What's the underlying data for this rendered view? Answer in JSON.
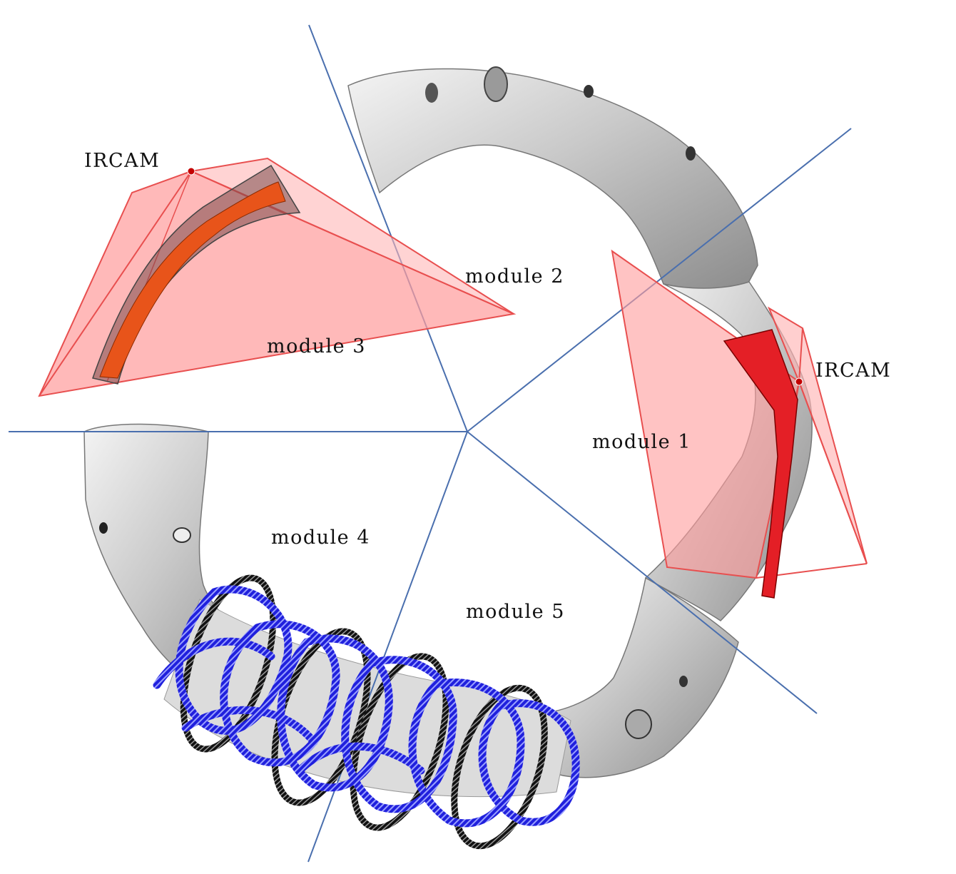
{
  "labels": {
    "module1": "module 1",
    "module2": "module 2",
    "module3": "module 3",
    "module4": "module 4",
    "module5": "module 5",
    "ircam_left": "IRCAM",
    "ircam_right": "IRCAM"
  },
  "colors": {
    "sector_lines": "#4a6fae",
    "camera_fov_fill": "#ff9e9e",
    "camera_fov_edge": "#e84f4f",
    "target_left": "#e8541a",
    "target_right": "#e41f26",
    "planar_coils": "#1111cc",
    "nonplanar_coils": "#111111",
    "vessel_gray": "#bcbcbc"
  }
}
